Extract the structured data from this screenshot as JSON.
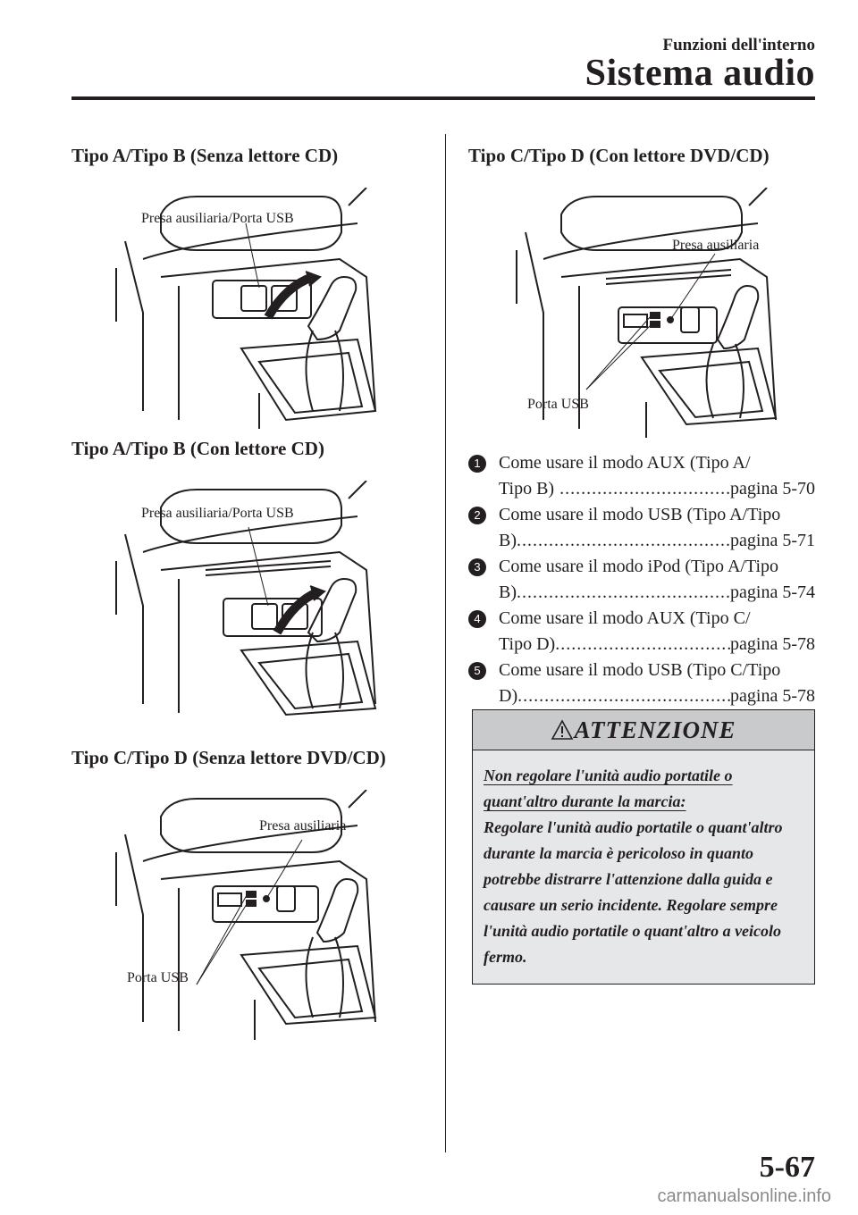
{
  "header": {
    "section": "Funzioni dell'interno",
    "title": "Sistema audio"
  },
  "figures": [
    {
      "title": "Tipo A/Tipo B (Senza lettore CD)",
      "callouts": [
        "Presa ausiliaria/Porta USB"
      ]
    },
    {
      "title": "Tipo A/Tipo B (Con lettore CD)",
      "callouts": [
        "Presa ausiliaria/Porta USB"
      ]
    },
    {
      "title": "Tipo C/Tipo D (Senza lettore DVD/CD)",
      "callouts": [
        "Presa ausiliaria",
        "Porta USB"
      ]
    },
    {
      "title": "Tipo C/Tipo D (Con lettore DVD/CD)",
      "callouts": [
        "Presa ausiliaria",
        "Porta USB"
      ]
    }
  ],
  "references": [
    {
      "num": "1",
      "line1": "Come usare il modo AUX (Tipo A/",
      "line2": "Tipo B)",
      "page": "pagina 5-70"
    },
    {
      "num": "2",
      "line1": "Come usare il modo USB (Tipo A/Tipo",
      "line2": "B)",
      "page": "pagina 5-71"
    },
    {
      "num": "3",
      "line1": "Come usare il modo iPod (Tipo A/Tipo",
      "line2": "B)",
      "page": "pagina 5-74"
    },
    {
      "num": "4",
      "line1": "Come usare il modo AUX (Tipo C/",
      "line2": "Tipo D)",
      "page": "pagina 5-78"
    },
    {
      "num": "5",
      "line1": "Come usare il modo USB (Tipo C/Tipo",
      "line2": "D)",
      "page": "pagina 5-78"
    }
  ],
  "warning": {
    "title": "ATTENZIONE",
    "lead": "Non regolare l'unità audio portatile o quant'altro durante la marcia:",
    "body": "Regolare l'unità audio portatile o quant'altro durante la marcia è pericoloso in quanto potrebbe distrarre l'attenzione dalla guida e causare un serio incidente. Regolare sempre l'unità audio portatile o quant'altro a veicolo fermo."
  },
  "page_number": "5-67",
  "footer_logo": "carmanualsonline.info"
}
